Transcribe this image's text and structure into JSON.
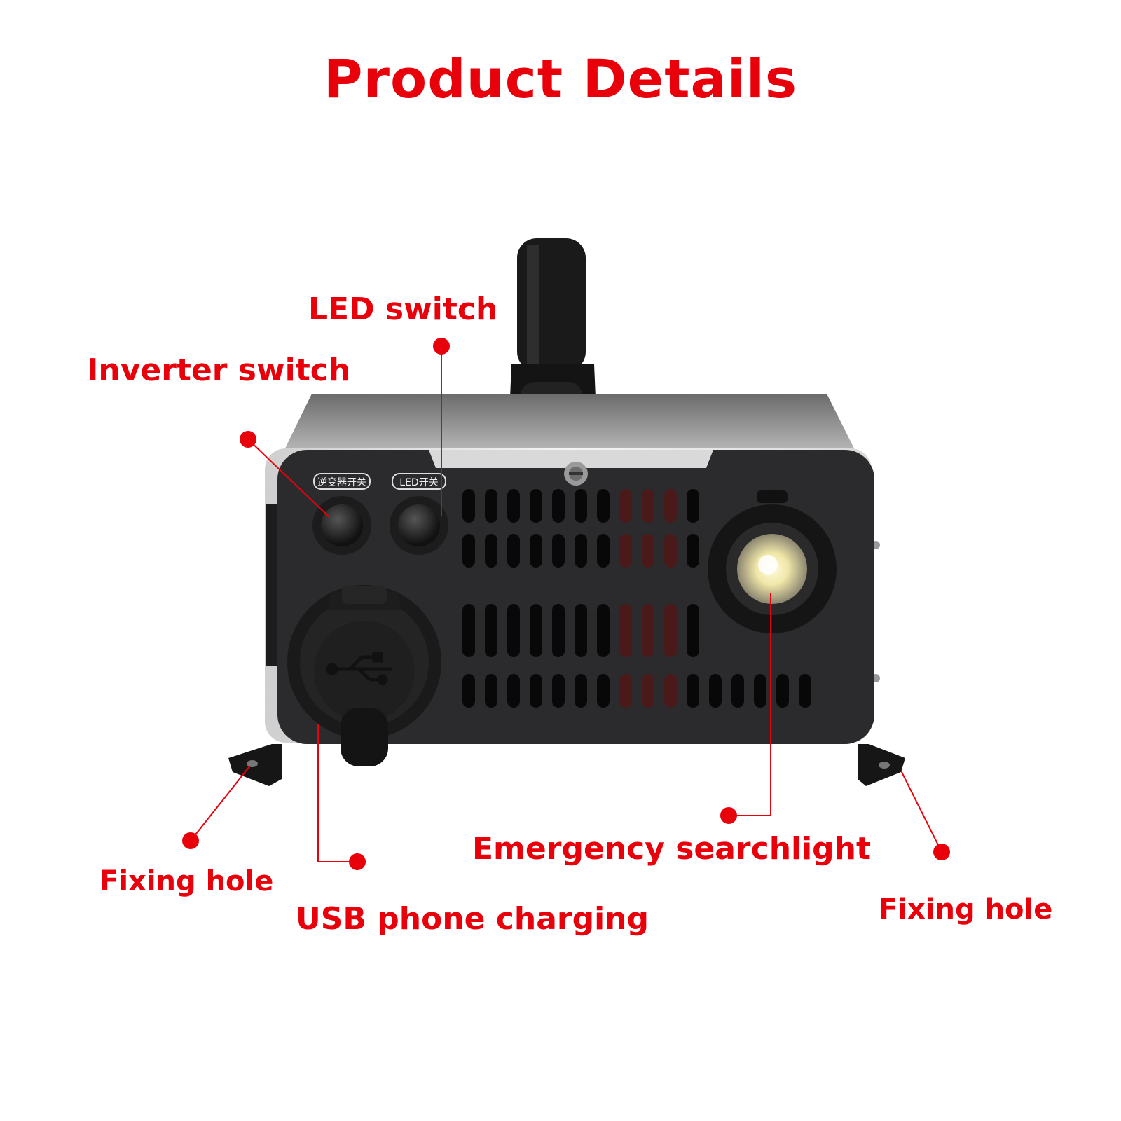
{
  "page_title": "Product Details",
  "callouts": {
    "led_switch": "LED switch",
    "inverter_switch": "Inverter switch",
    "fixing_hole_left": "Fixing hole",
    "usb_phone_charging": "USB phone charging",
    "emergency_searchlight": "Emergency searchlight",
    "fixing_hole_right": "Fixing hole"
  },
  "device_labels": {
    "inverter_switch_label": "逆变器开关",
    "led_switch_label": "LED开关"
  },
  "colors": {
    "accent": "#e8000b",
    "panel": "#2b2b2d",
    "housing": "#e6e6e6"
  },
  "icons": [
    "usb-icon",
    "screw-icon",
    "searchlight-lens-icon"
  ]
}
